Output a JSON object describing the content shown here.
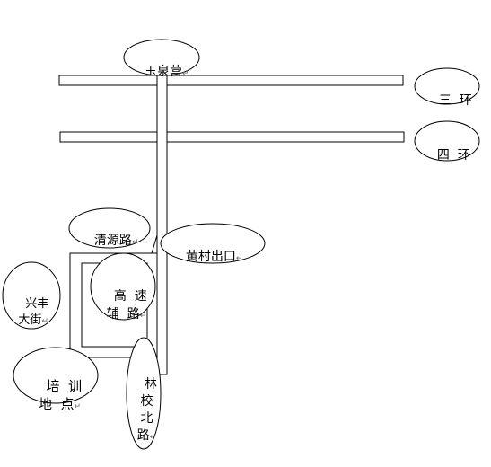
{
  "map": {
    "labels": {
      "yuquanying": "玉泉营",
      "third_ring": "三  环",
      "fourth_ring": "四  环",
      "qingyuan_road": "清源路",
      "huangcun_exit": "黄村出口",
      "xingfeng_street": "兴丰\n大街",
      "expressway_aux": "高  速\n辅  路",
      "training_site": "培  训\n地  点",
      "linxiao_north_road": "林\n校\n北\n路"
    },
    "paragraph_mark": "↵",
    "colors": {
      "stroke": "#000000",
      "fill": "#ffffff",
      "text": "#000000"
    }
  }
}
